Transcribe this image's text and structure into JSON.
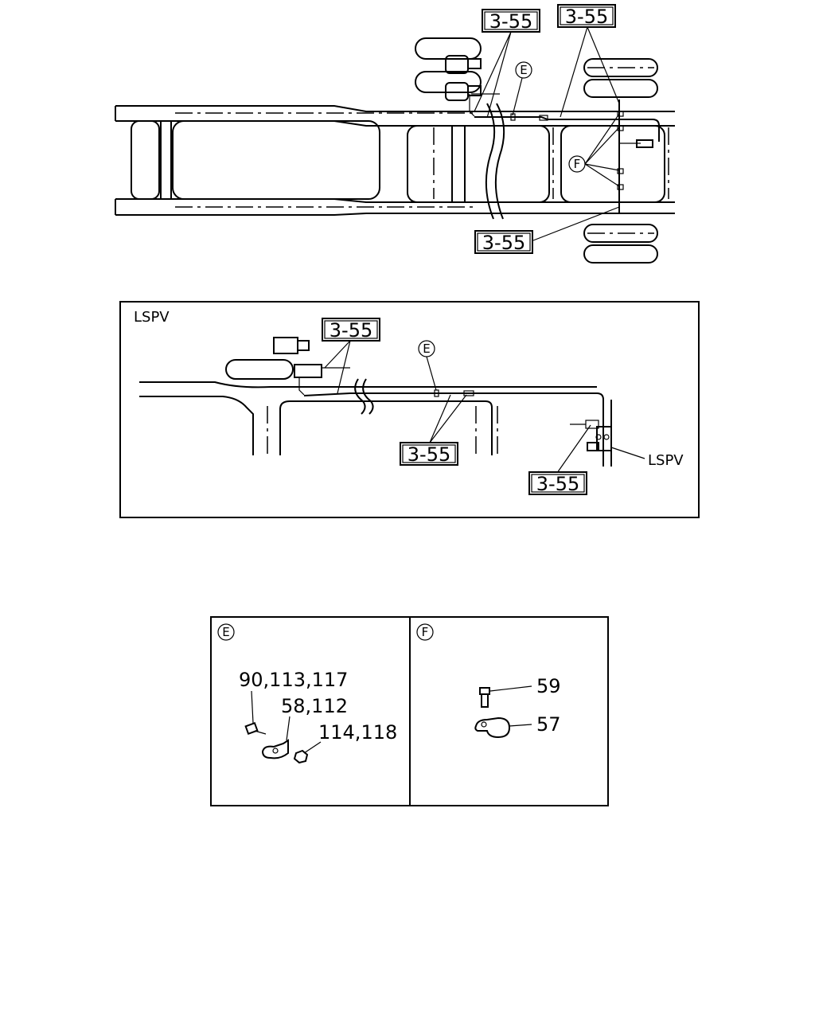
{
  "top_view": {
    "callouts": [
      "3-55",
      "3-55",
      "3-55"
    ],
    "detail_markers": [
      "E",
      "F"
    ]
  },
  "lspv_view": {
    "title": "LSPV",
    "callouts": [
      "3-55",
      "3-55",
      "3-55"
    ],
    "detail_markers": [
      "E"
    ],
    "part_label": "LSPV"
  },
  "detail_e": {
    "marker": "E",
    "parts": [
      "90,113,117",
      "58,112",
      "114,118"
    ]
  },
  "detail_f": {
    "marker": "F",
    "parts": [
      "59",
      "57"
    ]
  }
}
